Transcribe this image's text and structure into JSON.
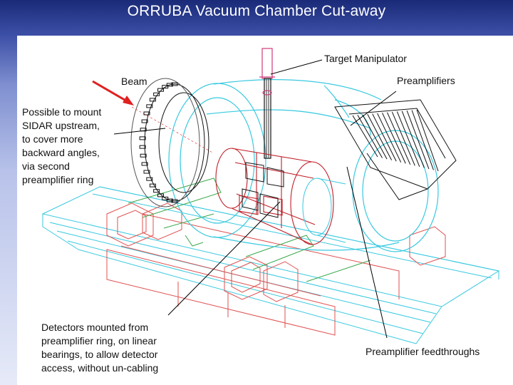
{
  "slide": {
    "title": "ORRUBA Vacuum Chamber Cut-away"
  },
  "labels": {
    "target_manipulator": "Target Manipulator",
    "beam": "Beam",
    "preamplifiers": "Preamplifiers",
    "sidar_note": [
      "Possible to mount",
      "SIDAR upstream,",
      "to cover more",
      "backward angles,",
      "via second",
      "preamplifier ring"
    ],
    "detectors_note": [
      "Detectors mounted from",
      "preamplifier ring, on linear",
      "bearings, to allow detector",
      "access, without un-cabling"
    ],
    "feedthroughs": "Preamplifier feedthroughs"
  },
  "colors": {
    "title_bar_top": "#1a2a78",
    "beam_arrow": "#e02020",
    "chamber_lines": "#39c9e0",
    "frame_lines": "#e05050",
    "detector_lines": "#c0202a",
    "support_lines": "#3aa84a",
    "callout_lines": "#000000"
  }
}
